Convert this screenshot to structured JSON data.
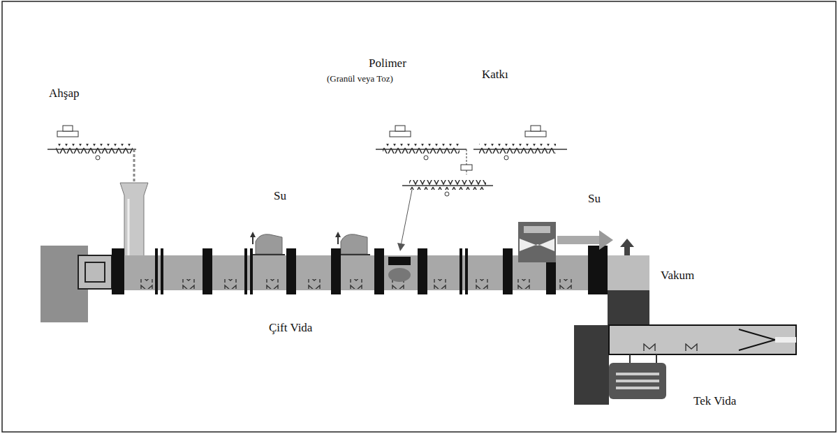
{
  "diagram": {
    "labels": [
      "Ahşap",
      "Polimer",
      "(Granül veya Toz)",
      "Katkı",
      "Su",
      "Su",
      "Vakum",
      "Çift Vida",
      "Tek Vida"
    ]
  }
}
